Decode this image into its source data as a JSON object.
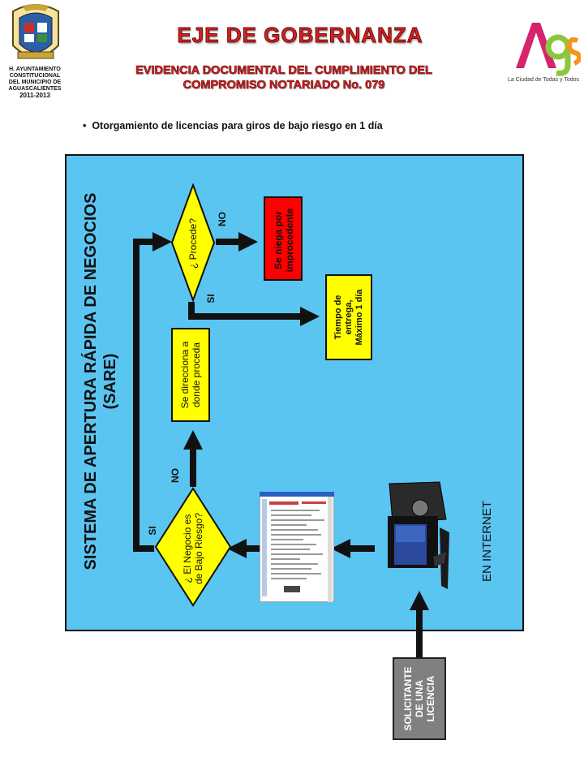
{
  "header": {
    "municipality_lines": [
      "H. AYUNTAMIENTO",
      "CONSTITUCIONAL",
      "DEL MUNICIPIO DE",
      "AGUASCALIENTES"
    ],
    "municipality_years": "2011-2013",
    "title": "EJE DE GOBERNANZA",
    "subtitle_line1": "EVIDENCIA DOCUMENTAL DEL CUMPLIMIENTO DEL",
    "subtitle_line2": "COMPROMISO NOTARIADO No. 079",
    "ags_tagline": "La Ciudad de Todas y Todos"
  },
  "bullet_text": "Otorgamiento de licencias para giros de bajo riesgo en 1 día",
  "diagram": {
    "system_title_line1": "SISTEMA DE APERTURA RÁPIDA DE NEGOCIOS",
    "system_title_line2": "(SARE)",
    "en_internet": "EN INTERNET",
    "solicitante_lines": [
      "SOLICITANTE",
      "DE UNA",
      "LICENCIA"
    ],
    "bajo_riesgo_lines": [
      "¿ El Negocio es",
      "de Bajo Riesgo?"
    ],
    "procede": "¿ Procede?",
    "se_direcciona_lines": [
      "Se direcciona a",
      "donde proceda"
    ],
    "se_niega_lines": [
      "Se niega por",
      "improcedente"
    ],
    "tiempo_lines": [
      "Tiempo de",
      "entrega,",
      "Máximo  1 día"
    ],
    "label_no_1": "NO",
    "label_si_1": "SI",
    "label_no_2": "NO",
    "label_si_2": "SI"
  },
  "colors": {
    "panel": "#5bc5f2",
    "decision": "#ffff00",
    "reject": "#ff0000",
    "solicitante": "#808080",
    "title_red": "#d52121"
  }
}
